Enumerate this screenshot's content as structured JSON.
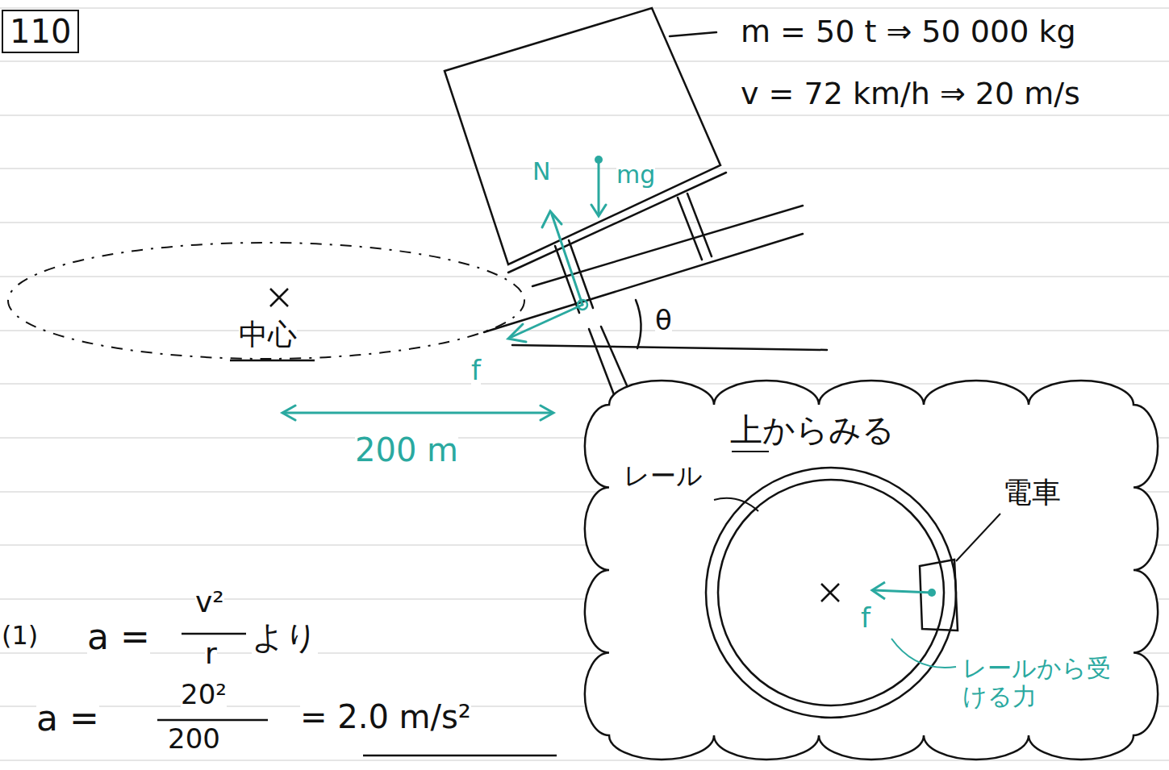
{
  "diagram": {
    "nodes": [
      {
        "text": [
          "110"
        ]
      },
      {
        "text": [
          "上からみる",
          "レール",
          "電車",
          "f",
          "レールから受ける力"
        ]
      }
    ],
    "labels": [
      "m = 50 t ⇒ 50 000 kg",
      "v = 72 km/h ⇒ 20 m/s",
      "N",
      "mg",
      "f",
      "中心",
      "θ",
      "200 m",
      "(1)",
      "a =",
      "v²",
      "r",
      "より",
      "a =",
      "20²",
      "200",
      "= 2.0 m/s²"
    ]
  }
}
